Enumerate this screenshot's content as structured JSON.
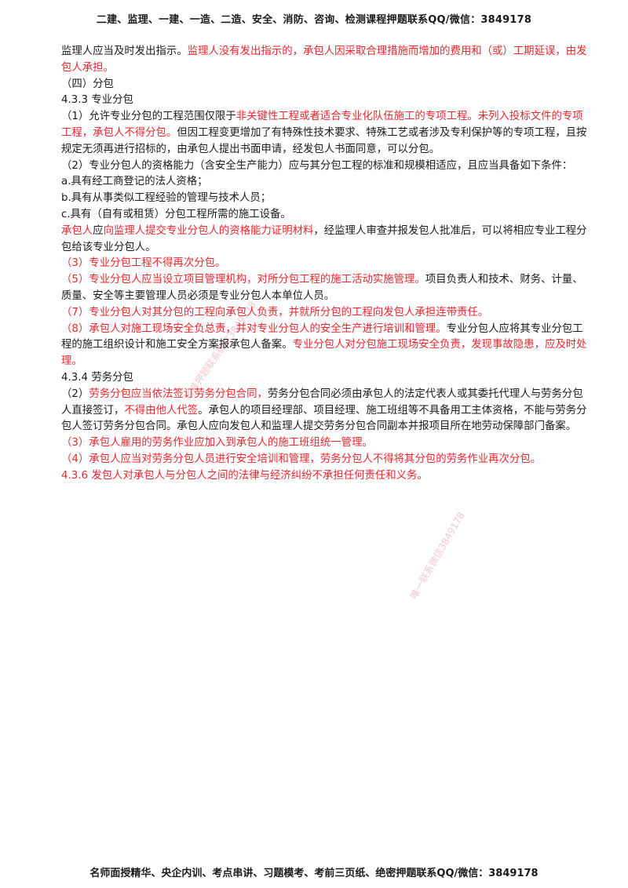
{
  "header": "二建、监理、一建、一造、二造、安全、消防、咨询、检测课程押题联系QQ/微信：3849178",
  "footer": "名师面授精华、央企内训、考点串讲、习题模考、考前三页纸、绝密押题联系QQ/微信：3849178",
  "watermarks": [
    "精准押题联系微信3849178",
    "唯一联系微信3849178"
  ],
  "paragraphs": [
    [
      {
        "t": "监理人应当及时发出指示。",
        "red": false
      },
      {
        "t": "监理人没有发出指示的，承包人因采取合理措施而增加的费用和（或）工期延误，由发包人承担。",
        "red": true
      }
    ],
    [
      {
        "t": "（四）分包",
        "red": false
      }
    ],
    [
      {
        "t": "4.3.3 专业分包",
        "red": false
      }
    ],
    [
      {
        "t": "（1）允许专业分包的工程范围仅限于",
        "red": false
      },
      {
        "t": "非关键性工程或者适合专业化队伍施工的专项工程。未列入投标文件的专项工程，承包人不得分包。",
        "red": true
      },
      {
        "t": "但因工程变更增加了有特殊性技术要求、特殊工艺或者涉及专利保护等的专项工程，且按规定无须再进行招标的，由承包人提出书面申请，经发包人书面同意，可以分包。",
        "red": false
      }
    ],
    [
      {
        "t": "（2）专业分包人的资格能力（含安全生产能力）应与其分包工程的标准和规模相适应，且应当具备如下条件：",
        "red": false
      }
    ],
    [
      {
        "t": "a.具有经工商登记的法人资格；",
        "red": false
      }
    ],
    [
      {
        "t": "b.具有从事类似工程经验的管理与技术人员；",
        "red": false
      }
    ],
    [
      {
        "t": "c.具有（自有或租赁）分包工程所需的施工设备。",
        "red": false
      }
    ],
    [
      {
        "t": "承包人",
        "red": true
      },
      {
        "t": "应",
        "red": false
      },
      {
        "t": "向监理人提交专业分包人的资格能力证明材料",
        "red": true
      },
      {
        "t": "，经监理人审查并报发包人批准后，可以将相应专业工程分包给该专业分包人。",
        "red": false
      }
    ],
    [
      {
        "t": "（3）专业分包工程不得再次分包。",
        "red": true
      }
    ],
    [
      {
        "t": "（5）专业分包人应当设立项目管理机构，对所分包工程的施工活动实施管理。",
        "red": true
      },
      {
        "t": "项目负责人和技术、财务、计量、质量、安全等主要管理人员必须是专业分包人本单位人员。",
        "red": false
      }
    ],
    [
      {
        "t": "（7）专业分包人对其分包的工程向承包人负责，并就所分包的工程向发包人承担连带责任。",
        "red": true
      }
    ],
    [
      {
        "t": "（8）承包人对施工现场安全负总责，并对专业分包人的安全生产进行培训和管理。",
        "red": true
      },
      {
        "t": "专业分包人应将其专业分包工程的施工组织设计和施工安全方案报承包人备案。",
        "red": false
      },
      {
        "t": "专业分包人对分包施工现场安全负责，发现事故隐患，应及时处理。",
        "red": true
      }
    ],
    [
      {
        "t": "4.3.4 劳务分包",
        "red": false
      }
    ],
    [
      {
        "t": "（2）",
        "red": false
      },
      {
        "t": "劳务分包应当依法签订劳务分包合同，",
        "red": true
      },
      {
        "t": "劳务分包合同必须由承包人的法定代表人或其委托代理人与劳务分包人直接签订，",
        "red": false
      },
      {
        "t": "不得由他人代签",
        "red": true
      },
      {
        "t": "。承包人的项目经理部、项目经理、施工班组等不具备用工主体资格，不能与劳务分包人签订劳务分包合同。承包人应向发包人和监理人提交劳务分包合同副本并报项目所在地劳动保障部门备案。",
        "red": false
      }
    ],
    [
      {
        "t": "（3）承包人雇用的劳务作业应加入到承包人的施工班组统一管理。",
        "red": true
      }
    ],
    [
      {
        "t": "（4）承包人应当对劳务分包人员进行安全培训和管理，劳务分包人不得将其分包的劳务作业再次分包。",
        "red": true
      }
    ],
    [
      {
        "t": "4.3.6 发包人对承包人与分包人之间的法律与经济纠纷不承担任何责任和义务。",
        "red": true
      }
    ]
  ]
}
